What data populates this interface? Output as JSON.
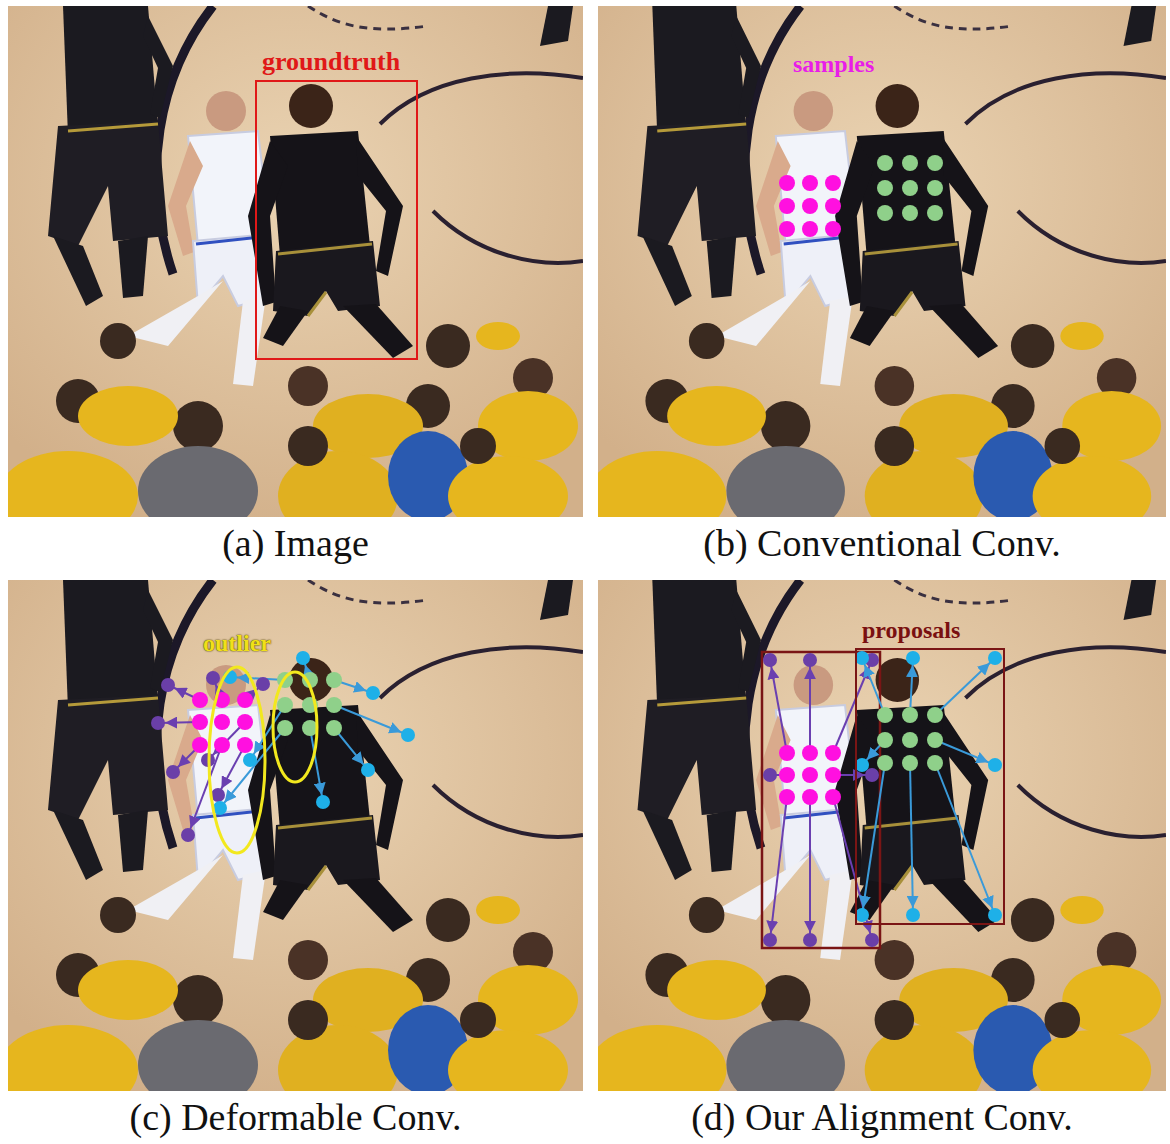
{
  "diagram": {
    "nodes": [
      {
        "text": [
          "(a) Image"
        ]
      },
      {
        "text": [
          "(b) Conventional Conv."
        ]
      },
      {
        "text": [
          "(c) Deformable Conv."
        ]
      },
      {
        "text": [
          "(d) Our Alignment Conv."
        ]
      },
      {
        "text": [
          "groundtruth"
        ],
        "in": 0
      },
      {
        "text": [
          "outlier"
        ],
        "in": 2
      },
      {
        "text": [
          "proposals"
        ],
        "in": 3
      }
    ],
    "labels": [
      "samples"
    ]
  }
}
